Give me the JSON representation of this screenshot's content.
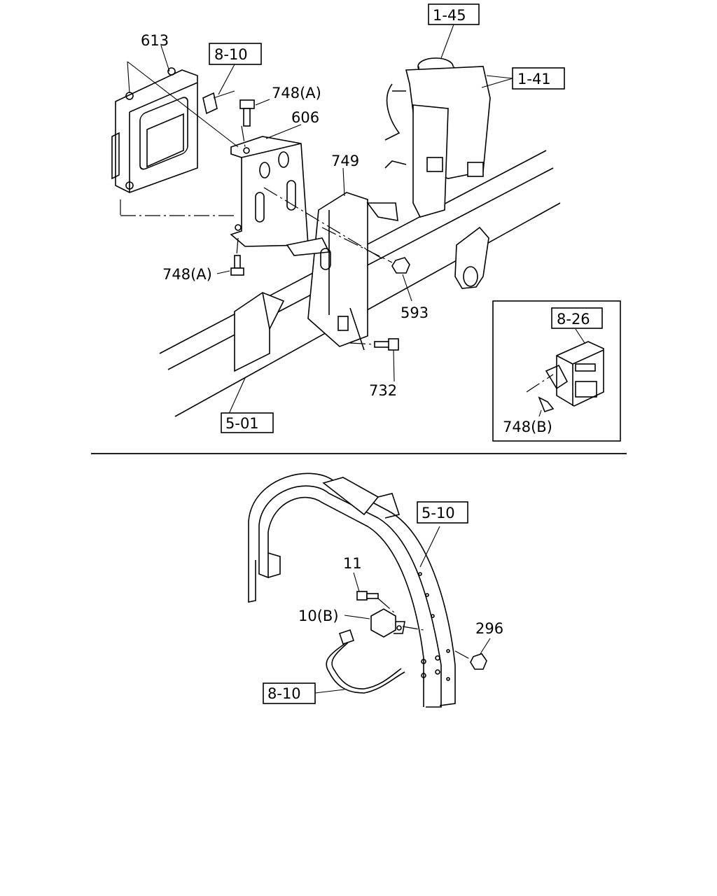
{
  "callouts": {
    "c_613": "613",
    "c_8_10_top": "8-10",
    "c_748a_top": "748(A)",
    "c_606": "606",
    "c_1_45": "1-45",
    "c_1_41": "1-41",
    "c_749": "749",
    "c_748a_bottom": "748(A)",
    "c_593": "593",
    "c_8_26": "8-26",
    "c_732": "732",
    "c_748b": "748(B)",
    "c_5_01": "5-01",
    "c_5_10": "5-10",
    "c_11": "11",
    "c_10b": "10(B)",
    "c_296": "296",
    "c_8_10_bottom": "8-10"
  }
}
